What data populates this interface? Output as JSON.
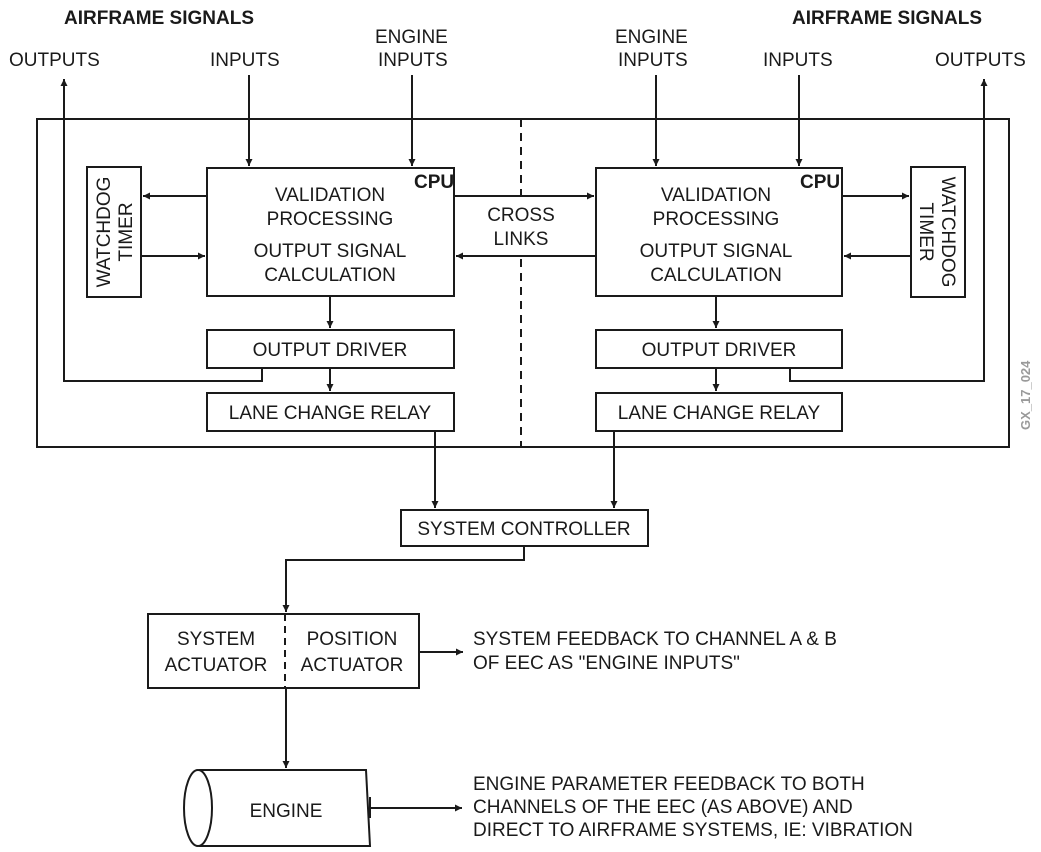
{
  "figure_id": "GX_17_024",
  "top": {
    "left_airframe_signals": "AIRFRAME SIGNALS",
    "right_airframe_signals": "AIRFRAME SIGNALS",
    "left_outputs": "OUTPUTS",
    "left_inputs": "INPUTS",
    "left_engine_inputs": [
      "ENGINE",
      "INPUTS"
    ],
    "right_engine_inputs": [
      "ENGINE",
      "INPUTS"
    ],
    "right_inputs": "INPUTS",
    "right_outputs": "OUTPUTS"
  },
  "channel_left": {
    "cpu_label": "CPU",
    "cpu_lines": [
      "VALIDATION",
      "PROCESSING",
      "OUTPUT SIGNAL",
      "CALCULATION"
    ],
    "watchdog": [
      "WATCHDOG",
      "TIMER"
    ],
    "output_driver": "OUTPUT DRIVER",
    "lane_change_relay": "LANE CHANGE RELAY"
  },
  "channel_right": {
    "cpu_label": "CPU",
    "cpu_lines": [
      "VALIDATION",
      "PROCESSING",
      "OUTPUT SIGNAL",
      "CALCULATION"
    ],
    "watchdog": [
      "WATCHDOG",
      "TIMER"
    ],
    "output_driver": "OUTPUT DRIVER",
    "lane_change_relay": "LANE CHANGE RELAY"
  },
  "cross_links": [
    "CROSS",
    "LINKS"
  ],
  "system_controller": "SYSTEM CONTROLLER",
  "actuator": {
    "system": [
      "SYSTEM",
      "ACTUATOR"
    ],
    "position": [
      "POSITION",
      "ACTUATOR"
    ]
  },
  "system_feedback": [
    "SYSTEM FEEDBACK TO CHANNEL A & B",
    "OF EEC AS \"ENGINE INPUTS\""
  ],
  "engine": "ENGINE",
  "engine_feedback": [
    "ENGINE PARAMETER FEEDBACK TO BOTH",
    "CHANNELS OF THE EEC (AS ABOVE) AND",
    "DIRECT TO AIRFRAME SYSTEMS, IE: VIBRATION"
  ],
  "colors": {
    "line": "#1a1a1a",
    "figure_id": "#9a9a9a",
    "background": "#ffffff"
  }
}
